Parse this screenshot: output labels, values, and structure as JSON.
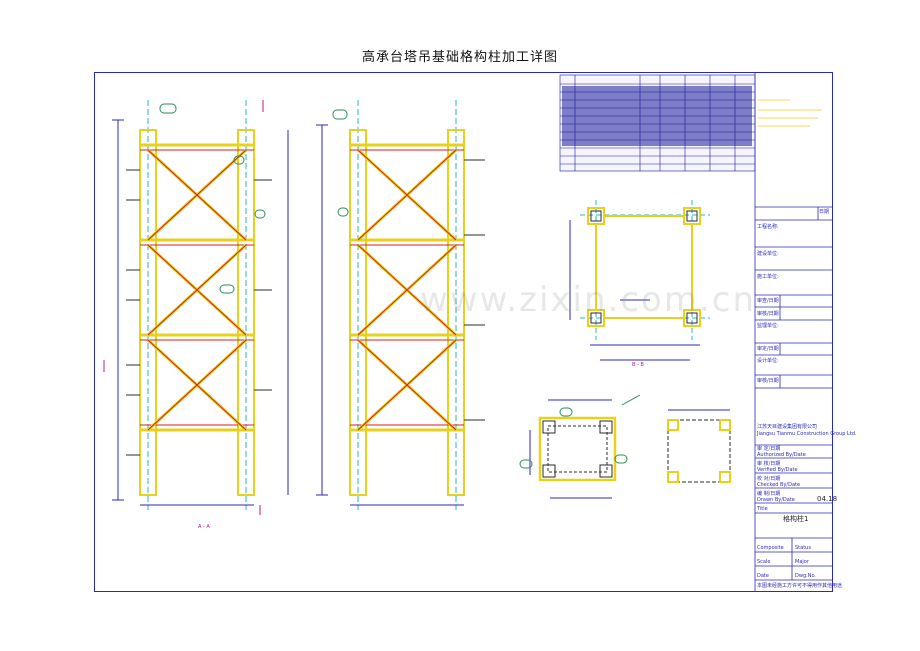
{
  "page": {
    "title": "高承台塔吊基础格构柱加工详图",
    "watermark": "www.zixin.com.cn"
  },
  "titleblock": {
    "date_header": "日期",
    "project_name": "工程名称:",
    "construction_unit": "建设单位:",
    "builder_unit": "施工单位:",
    "review": "审查/日期",
    "audit": "审核/日期",
    "supervision": "监理单位:",
    "examine": "审定/日期",
    "design_unit": "设计单位:",
    "check": "审核/日期",
    "company_cn": "江苏天目建设集团有限公司",
    "company_en": "Jiangsu Tianmu Construction Group Ltd.",
    "authorized": "审 定/日期",
    "authorized_en": "Authorized By/Date",
    "verified": "审 核/日期",
    "verified_en": "Verified By/Date",
    "checked": "校 对/日期",
    "checked_en": "Checked By/Date",
    "drawn": "编 制/日期",
    "drawn_en": "Drawn By/Date",
    "drawn_no": "04.18",
    "title_label": "Title",
    "drawing_title": "格构柱1",
    "composite": "Composite",
    "status": "Status",
    "scale": "Scale",
    "major": "Major",
    "date_en": "Date",
    "dwg_no": "Dwg.No.",
    "footer": "本图未经施工方许可不得用作其他用途"
  },
  "labels": {
    "section_a": "A - A",
    "section_b": "B - B"
  }
}
